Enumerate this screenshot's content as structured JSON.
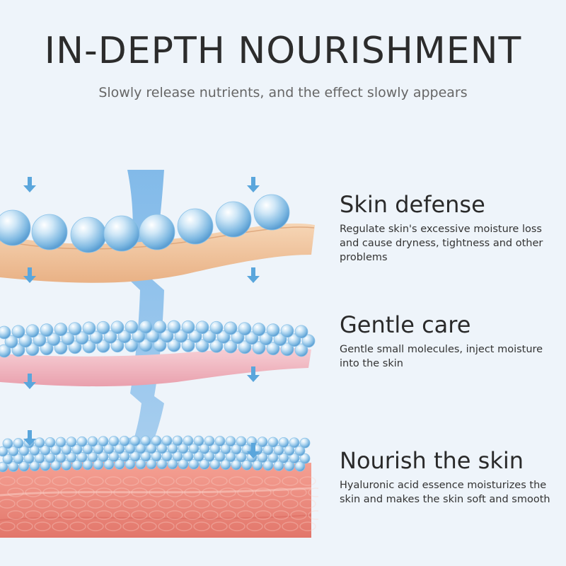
{
  "header": {
    "title": "IN-DEPTH NOURISHMENT",
    "subtitle": "Slowly release nutrients, and the effect slowly appears"
  },
  "layers": [
    {
      "heading": "Skin defense",
      "text": "Regulate skin's excessive moisture loss and cause dryness, tightness and other problems"
    },
    {
      "heading": "Gentle care",
      "text": "Gentle small molecules, inject moisture into the skin"
    },
    {
      "heading": "Nourish the skin",
      "text": "Hyaluronic acid essence moisturizes the skin and makes the skin soft and smooth"
    }
  ],
  "colors": {
    "background": "#eef4fa",
    "arrow": "#5aa6dc",
    "skin_top": "#f0c49a",
    "skin_mid": "#f2b7c2",
    "skin_deep": "#f08a7e"
  }
}
